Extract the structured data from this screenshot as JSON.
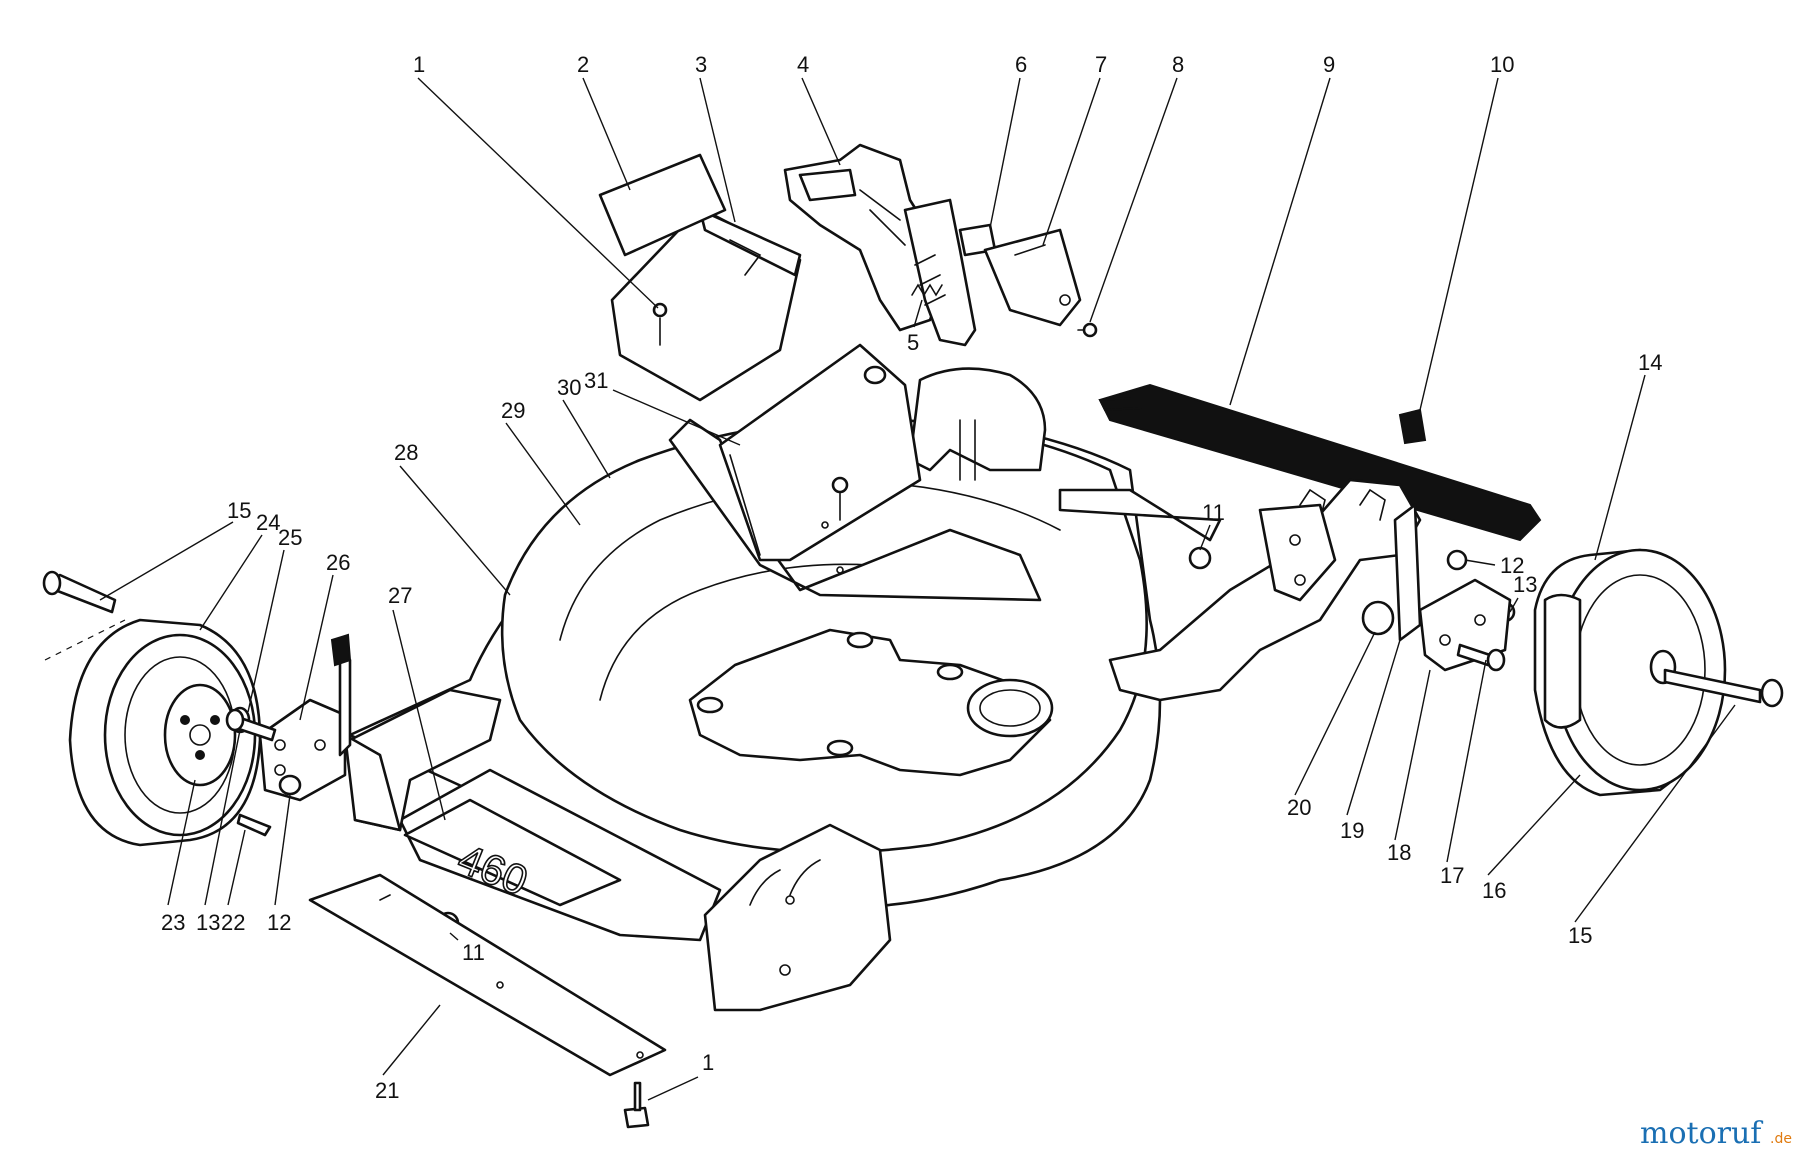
{
  "deck_model_text": "460",
  "callouts": {
    "c1a": "1",
    "c2": "2",
    "c3": "3",
    "c4": "4",
    "c5": "5",
    "c6": "6",
    "c7": "7",
    "c8": "8",
    "c9": "9",
    "c10": "10",
    "c11a": "11",
    "c11b": "11",
    "c12a": "12",
    "c12b": "12",
    "c13a": "13",
    "c13b": "13",
    "c14": "14",
    "c15a": "15",
    "c15b": "15",
    "c16": "16",
    "c17": "17",
    "c18": "18",
    "c19": "19",
    "c20": "20",
    "c21": "21",
    "c22": "22",
    "c23": "23",
    "c24": "24",
    "c25": "25",
    "c26": "26",
    "c27": "27",
    "c28": "28",
    "c29": "29",
    "c30": "30",
    "c31": "31",
    "c1b": "1"
  },
  "watermark": {
    "brand": "motoruf",
    "suffix": ".de"
  }
}
